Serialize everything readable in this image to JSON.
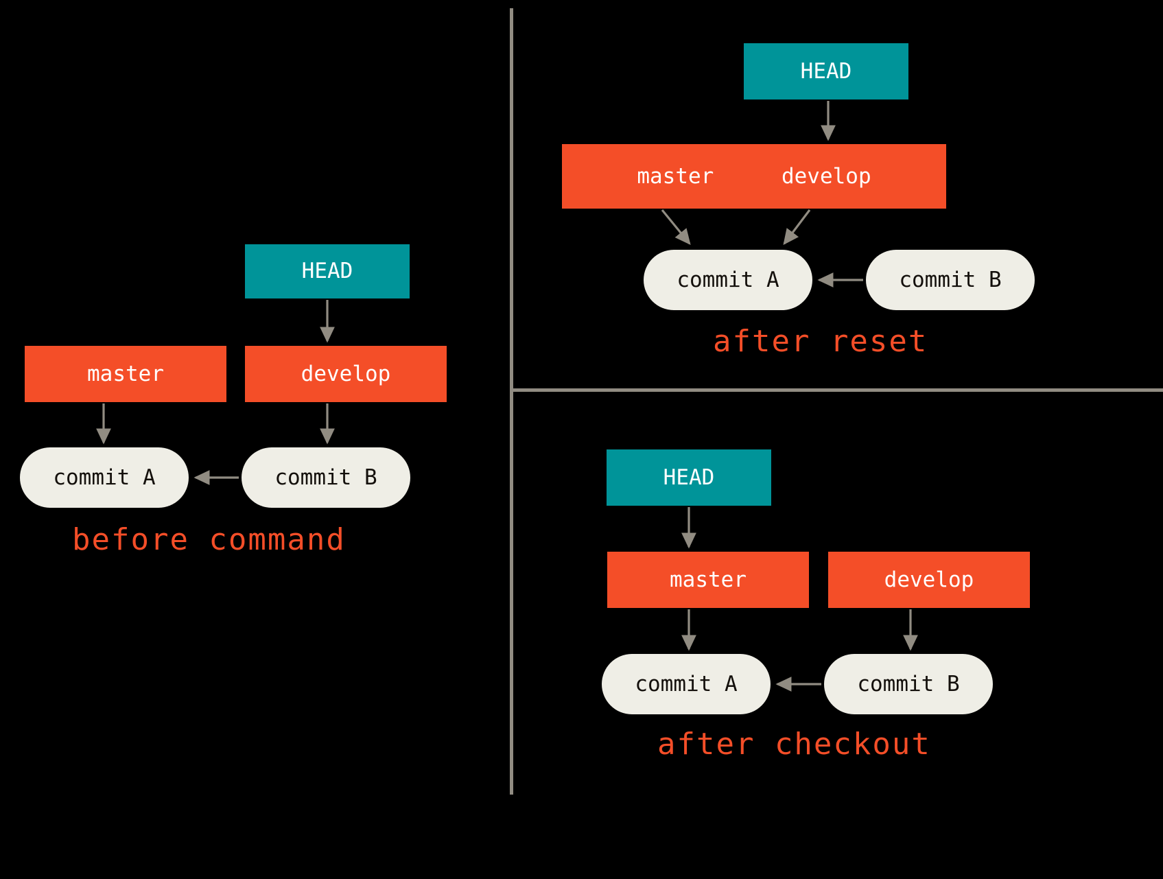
{
  "diagram": {
    "title": "git reset vs git checkout branch pointer diagram",
    "background_color": "#000000",
    "colors": {
      "head_box": "#009499",
      "branch_box": "#F44E28",
      "commit_node": "#EFEEE6",
      "arrow": "#918C82",
      "divider": "#918C82",
      "caption_text": "#F44E28",
      "box_label_text": "#FFFFFF",
      "commit_label_text": "#14100C"
    }
  },
  "panels": {
    "before": {
      "caption": "before command",
      "head_label": "HEAD",
      "branches": [
        {
          "label": "master"
        },
        {
          "label": "develop"
        }
      ],
      "commits": [
        {
          "label": "commit A"
        },
        {
          "label": "commit B"
        }
      ]
    },
    "after_reset": {
      "caption": "after reset",
      "head_label": "HEAD",
      "branches": [
        {
          "label": "master"
        },
        {
          "label": "develop"
        }
      ],
      "commits": [
        {
          "label": "commit A"
        },
        {
          "label": "commit B"
        }
      ]
    },
    "after_checkout": {
      "caption": "after checkout",
      "head_label": "HEAD",
      "branches": [
        {
          "label": "master"
        },
        {
          "label": "develop"
        }
      ],
      "commits": [
        {
          "label": "commit A"
        },
        {
          "label": "commit B"
        }
      ]
    }
  }
}
